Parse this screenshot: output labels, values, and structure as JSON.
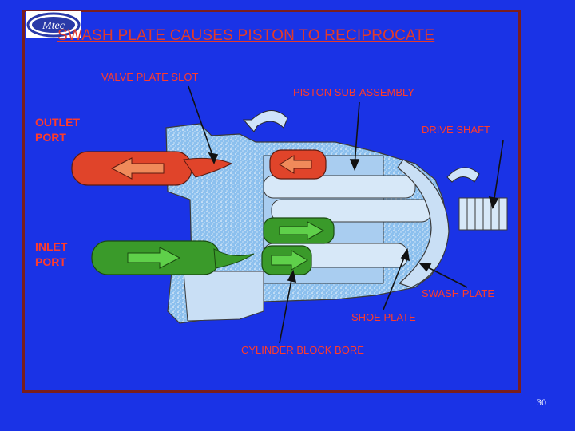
{
  "slide": {
    "title": "SWASH PLATE CAUSES PISTON TO RECIPROCATE",
    "page_number": "30"
  },
  "logo": {
    "text": "Mtec"
  },
  "labels": {
    "valve_plate_slot": "VALVE PLATE SLOT",
    "piston_sub_assembly": "PISTON SUB-ASSEMBLY",
    "outlet_port_line1": "OUTLET",
    "outlet_port_line2": "PORT",
    "drive_shaft": "DRIVE SHAFT",
    "inlet_port_line1": "INLET",
    "inlet_port_line2": "PORT",
    "swash_plate": "SWASH PLATE",
    "shoe_plate": "SHOE PLATE",
    "cylinder_block_bore": "CYLINDER BLOCK BORE"
  },
  "colors": {
    "background": "#1a33e6",
    "frame": "#7a1e1e",
    "label_text": "#ff3b2b",
    "outlet_red": "#e0442a",
    "inlet_green": "#3a9a2a",
    "housing": "#7fb6e8"
  }
}
